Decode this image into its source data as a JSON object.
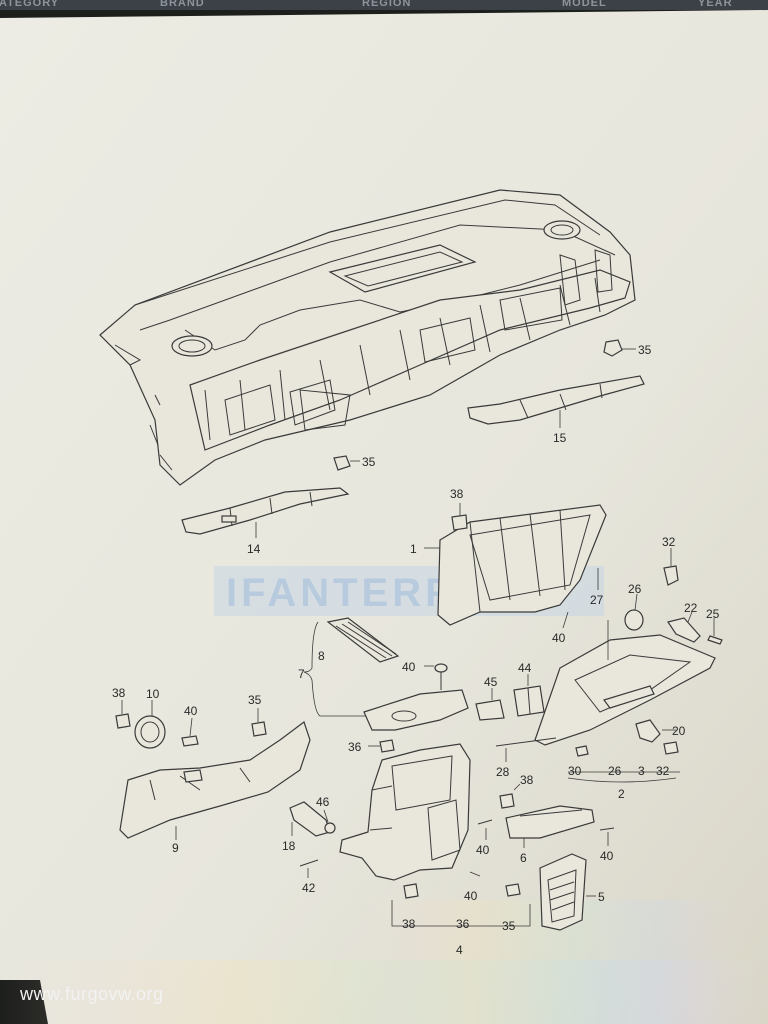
{
  "header": {
    "columns": [
      "CATEGORY",
      "BRAND",
      "REGION",
      "MODEL",
      "YEAR"
    ]
  },
  "watermark": "IFANTERFA",
  "caption": "www.furgovw.org",
  "callouts": {
    "c1": "1",
    "c2": "2",
    "c3": "3",
    "c4": "4",
    "c5": "5",
    "c6": "6",
    "c7": "7",
    "c8": "8",
    "c9": "9",
    "c10": "10",
    "c14": "14",
    "c15": "15",
    "c18": "18",
    "c20": "20",
    "c22": "22",
    "c25": "25",
    "c26a": "26",
    "c26b": "26",
    "c27": "27",
    "c28": "28",
    "c30": "30",
    "c32a": "32",
    "c32b": "32",
    "c35a": "35",
    "c35b": "35",
    "c35c": "35",
    "c35d": "35",
    "c36a": "36",
    "c36b": "36",
    "c38a": "38",
    "c38b": "38",
    "c38c": "38",
    "c38d": "38",
    "c40a": "40",
    "c40b": "40",
    "c40c": "40",
    "c40d": "40",
    "c40e": "40",
    "c40f": "40",
    "c42": "42",
    "c44": "44",
    "c45": "45",
    "c46": "46"
  },
  "colors": {
    "paper": "#e8e7dd",
    "line": "#3a3a3a",
    "bezel": "#1d1f1c",
    "watermark": "#bcd0e4"
  }
}
